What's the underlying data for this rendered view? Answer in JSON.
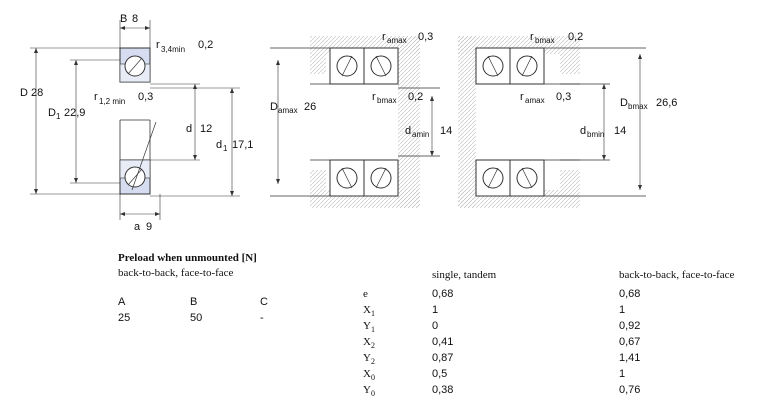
{
  "drawing": {
    "single": {
      "B": {
        "label": "B",
        "value": "8"
      },
      "r34": {
        "label": "r",
        "sub": "3,4min",
        "value": "0,2"
      },
      "r12": {
        "label": "r",
        "sub": "1,2 min",
        "value": "0,3"
      },
      "D": {
        "label": "D",
        "value": "28"
      },
      "D1": {
        "label": "D",
        "sub": "1",
        "value": "22,9"
      },
      "d": {
        "label": "d",
        "value": "12"
      },
      "d1": {
        "label": "d",
        "sub": "1",
        "value": "17,1"
      },
      "a": {
        "label": "a",
        "value": "9"
      }
    },
    "mounting": {
      "ramax_top": {
        "label": "r",
        "sub": "amax",
        "value": "0,3"
      },
      "rbmax_top": {
        "label": "r",
        "sub": "bmax",
        "value": "0,2"
      },
      "Damax": {
        "label": "D",
        "sub": "amax",
        "value": "26"
      },
      "rbmax_mid": {
        "label": "r",
        "sub": "bmax",
        "value": "0,2"
      },
      "damin": {
        "label": "d",
        "sub": "amin",
        "value": "14"
      },
      "ramax_mid": {
        "label": "r",
        "sub": "amax",
        "value": "0,3"
      },
      "dbmin": {
        "label": "d",
        "sub": "bmin",
        "value": "14"
      },
      "Dbmax": {
        "label": "D",
        "sub": "bmax",
        "value": "26,6"
      }
    }
  },
  "preload": {
    "title": "Preload when unmounted [N]",
    "subtitle": "back-to-back, face-to-face",
    "headers": [
      "A",
      "B",
      "C"
    ],
    "values": [
      "25",
      "50",
      "-"
    ]
  },
  "factors": {
    "col_single": "single, tandem",
    "col_btb": "back-to-back, face-to-face",
    "rows": [
      {
        "sym": "e",
        "sub": "",
        "single": "0,68",
        "btb": "0,68"
      },
      {
        "sym": "X",
        "sub": "1",
        "single": "1",
        "btb": "1"
      },
      {
        "sym": "Y",
        "sub": "1",
        "single": "0",
        "btb": "0,92"
      },
      {
        "sym": "X",
        "sub": "2",
        "single": "0,41",
        "btb": "0,67"
      },
      {
        "sym": "Y",
        "sub": "2",
        "single": "0,87",
        "btb": "1,41"
      },
      {
        "sym": "X",
        "sub": "0",
        "single": "0,5",
        "btb": "1"
      },
      {
        "sym": "Y",
        "sub": "0",
        "single": "0,38",
        "btb": "0,76"
      }
    ]
  }
}
